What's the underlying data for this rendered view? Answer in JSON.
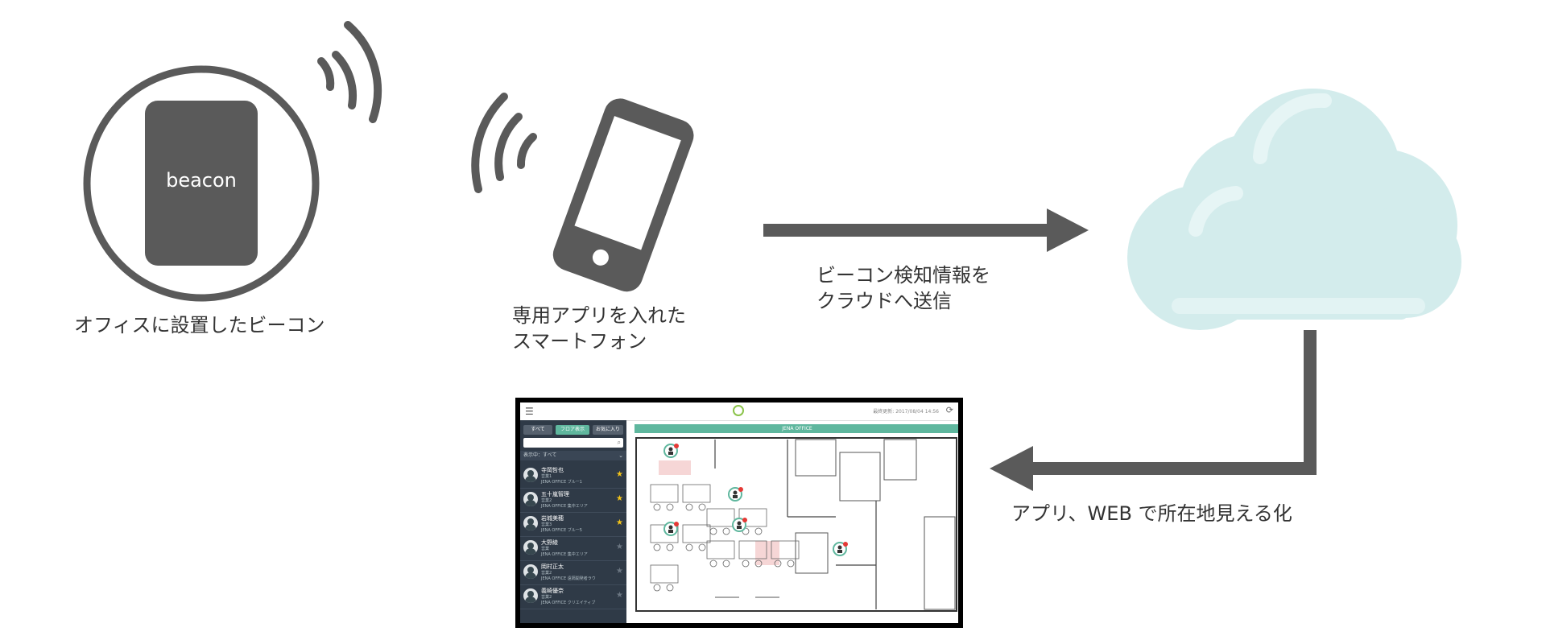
{
  "beacon_label": "beacon",
  "beacon_caption": "オフィスに設置したビーコン",
  "phone_caption": "専用アプリを入れた\nスマートフォン",
  "send_caption": "ビーコン検知情報を\nクラウドへ送信",
  "web_caption": "アプリ、WEB で所在地見える化",
  "colors": {
    "icon_gray": "#5a5a5a",
    "cloud": "#d3ecec",
    "cloud_highlight": "#e6f5f5",
    "sidebar_bg": "#2f3a47",
    "accent_green": "#5fb79e",
    "star_yellow": "#f5c518"
  },
  "app": {
    "menu_icon": "hamburger-icon",
    "refresh_icon": "refresh-icon",
    "updated_label": "最終更新: 2017/08/04 14:56",
    "tabs": [
      "すべて",
      "フロア表示",
      "お気に入り"
    ],
    "filter_label": "表示中：すべて",
    "office_name": "JENA OFFICE",
    "people": [
      {
        "name": "寺岡哲也",
        "role": "営業1",
        "location": "JENA OFFICE ブルー1",
        "favorite": true
      },
      {
        "name": "五十嵐智理",
        "role": "営業2",
        "location": "JENA OFFICE 集中エリア",
        "favorite": true
      },
      {
        "name": "岩城美穂",
        "role": "営業3",
        "location": "JENA OFFICE ブルー5",
        "favorite": true
      },
      {
        "name": "大野綾",
        "role": "営業",
        "location": "JENA OFFICE 集中エリア",
        "favorite": false
      },
      {
        "name": "岡村正太",
        "role": "営業2",
        "location": "JENA OFFICE 遠隔開発者ラウ",
        "favorite": false
      },
      {
        "name": "義崎優奈",
        "role": "営業2",
        "location": "JENA OFFICE クリエイティブ",
        "favorite": false
      }
    ]
  }
}
